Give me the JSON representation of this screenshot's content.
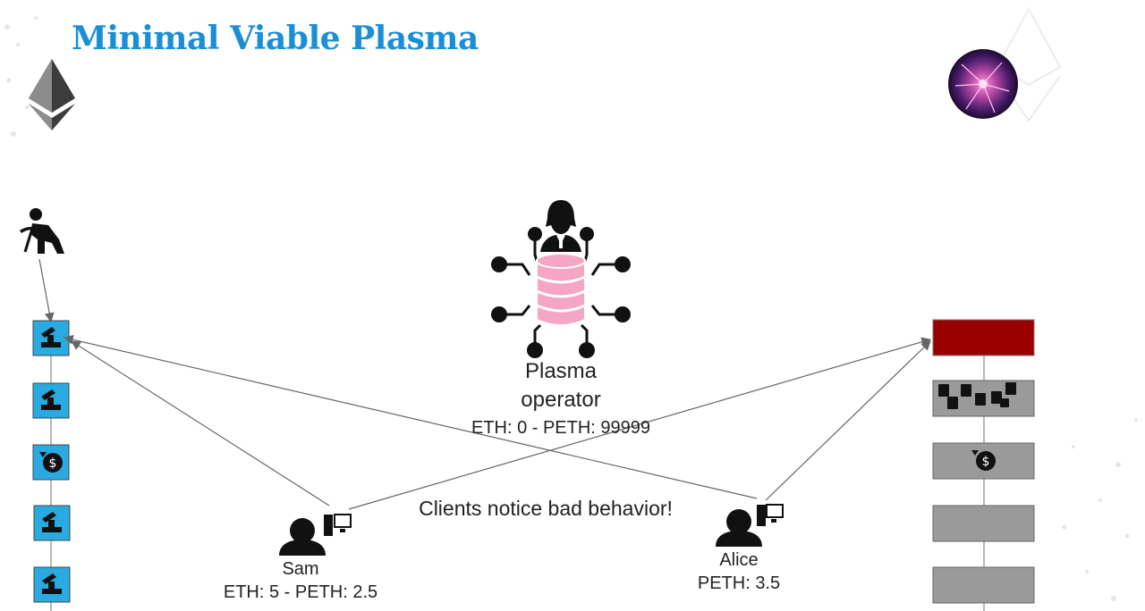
{
  "slide": {
    "title": "Minimal Viable Plasma"
  },
  "operator": {
    "name": "Plasma\noperator",
    "balance": "ETH: 0 - PETH: 99999"
  },
  "notice": "Clients notice bad behavior!",
  "clients": [
    {
      "name": "Sam",
      "balance": "ETH: 5 - PETH: 2.5"
    },
    {
      "name": "Alice",
      "balance": "PETH: 3.5"
    }
  ],
  "icons": {
    "brand": "ethereum-logo-icon",
    "top_right": "plasma-ball-icon",
    "miner": "miner-icon",
    "operator": "database-operator-icon",
    "client": "user-computer-icon",
    "deposit": "deposit-dollar-icon",
    "transactions": "transactions-documents-icon"
  },
  "colors": {
    "title": "#1a8fd6",
    "mainchain_block": "#29abe2",
    "plasma_block": "#9a9a9a",
    "invalid_block": "#9b0000",
    "database": "#f4a6c4"
  }
}
